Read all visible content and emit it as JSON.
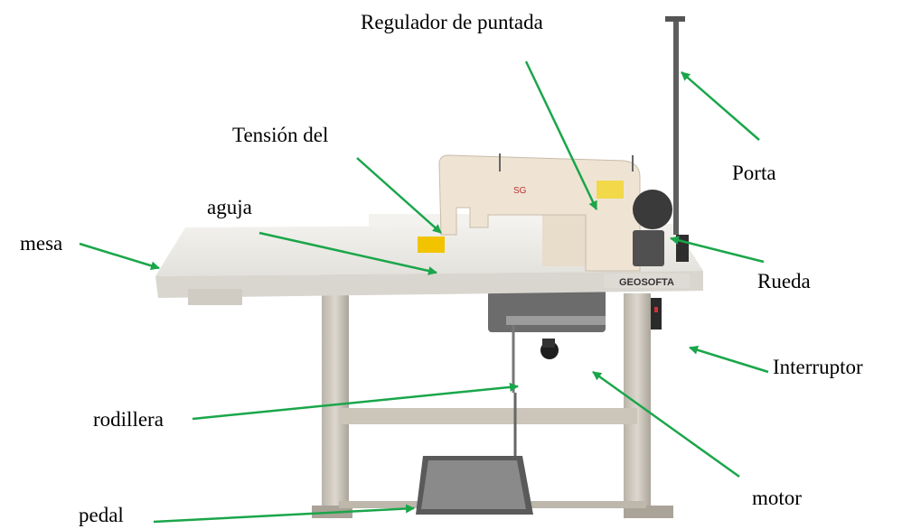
{
  "labels": {
    "regulador": "Regulador de puntada",
    "tension": "Tensión del",
    "aguja": "aguja",
    "mesa": "mesa",
    "porta": "Porta",
    "rueda": "Rueda",
    "interruptor": "Interruptor",
    "rodillera": "rodillera",
    "motor": "motor",
    "pedal": "pedal"
  },
  "machine": {
    "brand_plate": "GEOSOFTA",
    "head_badge": "SG"
  },
  "colors": {
    "arrow": "#1aa64a",
    "table_top": "#e9e7e2",
    "machine_body": "#efe4d4",
    "frame": "#cfc9bf"
  }
}
